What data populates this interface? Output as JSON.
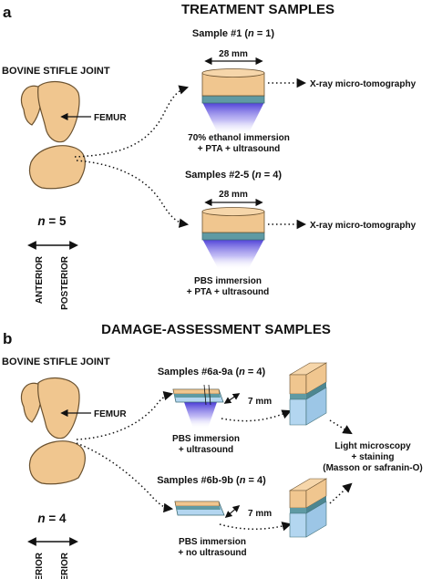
{
  "colors": {
    "tissue": "#f0c68f",
    "tissue_stroke": "#6b5230",
    "blue_layer": "#5f9aa3",
    "light_blue": "#b3d6f0",
    "ultrasound": "#6a5bd8"
  },
  "panel_a": {
    "letter": "a",
    "title": "TREATMENT SAMPLES",
    "joint_label": "BOVINE STIFLE JOINT",
    "femur_label": "FEMUR",
    "n_prefix": "n",
    "n_suffix": " = 5",
    "anterior": "ANTERIOR",
    "posterior": "POSTERIOR",
    "sample1": {
      "title_prefix": "Sample #1 (",
      "n": "n",
      "title_suffix": " = 1)",
      "width": "28 mm",
      "output": "X-ray micro-tomography",
      "treatment_line1": "70% ethanol immersion",
      "treatment_line2": "+ PTA + ultrasound"
    },
    "sample2": {
      "title_prefix": "Samples #2-5 (",
      "n": "n",
      "title_suffix": " = 4)",
      "width": "28 mm",
      "output": "X-ray micro-tomography",
      "treatment_line1": "PBS immersion",
      "treatment_line2": "+ PTA + ultrasound"
    }
  },
  "panel_b": {
    "letter": "b",
    "title": "DAMAGE-ASSESSMENT SAMPLES",
    "joint_label": "BOVINE STIFLE JOINT",
    "femur_label": "FEMUR",
    "n_prefix": "n",
    "n_suffix": " = 4",
    "anterior": "ANTERIOR",
    "posterior": "POSTERIOR",
    "sample_a": {
      "title_prefix": "Samples #6a-9a (",
      "n": "n",
      "title_suffix": " = 4)",
      "thickness": "7 mm",
      "treatment_line1": "PBS immersion",
      "treatment_line2": "+ ultrasound"
    },
    "sample_b": {
      "title_prefix": "Samples #6b-9b (",
      "n": "n",
      "title_suffix": " = 4)",
      "thickness": "7 mm",
      "treatment_line1": "PBS immersion",
      "treatment_line2": "+ no ultrasound"
    },
    "histology_line1": "Light microscopy",
    "histology_line2": "+ staining",
    "histology_line3": "(Masson or safranin-O)"
  }
}
